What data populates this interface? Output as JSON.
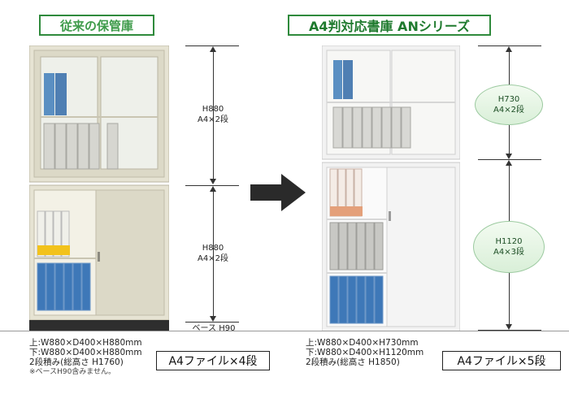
{
  "left": {
    "title": "従来の保管庫",
    "dim_top_1": "H880",
    "dim_top_2": "A4×2段",
    "dim_bot_1": "H880",
    "dim_bot_2": "A4×2段",
    "base": "ベース H90",
    "spec_1": "上:W880×D400×H880mm",
    "spec_2": "下:W880×D400×H880mm",
    "spec_3": "2段積み(総高さ H1760)",
    "spec_note": "※ベースH90含みません。",
    "box": "A4ファイル×4段"
  },
  "right": {
    "title": "A4判対応書庫 ANシリーズ",
    "dim_top_1": "H730",
    "dim_top_2": "A4×2段",
    "dim_bot_1": "H1120",
    "dim_bot_2": "A4×3段",
    "spec_1": "上:W880×D400×H730mm",
    "spec_2": "下:W880×D400×H1120mm",
    "spec_3": "2段積み(総高さ H1850)",
    "box": "A4ファイル×5段"
  },
  "colors": {
    "accent": "#2f8a3c",
    "cabinet_left": "#e6e3d3",
    "cabinet_right": "#f2f2f2"
  }
}
